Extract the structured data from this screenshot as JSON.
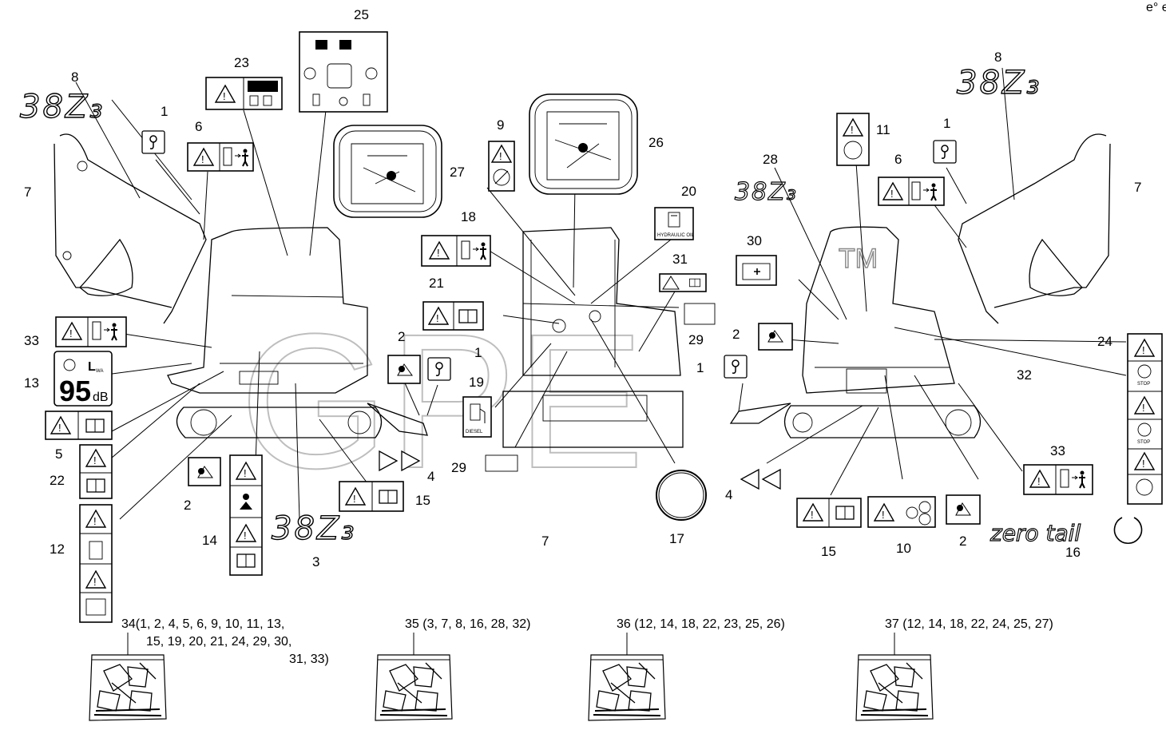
{
  "corner_mark": "e° e°",
  "watermark": "GPE",
  "tm_mark": "TM",
  "brand_text": "38Z₃",
  "zero_tail_text": "zero tail",
  "noise_label": {
    "lwa": "L",
    "lwa_sub": "WA",
    "value": "95",
    "unit": "dB"
  },
  "decal_text": {
    "hydraulic_oil": "HYDRAULIC OIL",
    "diesel": "DIESEL",
    "stop": "STOP"
  },
  "callouts": [
    {
      "id": "c25",
      "text": "25"
    },
    {
      "id": "c23",
      "text": "23"
    },
    {
      "id": "c8a",
      "text": "8"
    },
    {
      "id": "c1a",
      "text": "1"
    },
    {
      "id": "c6a",
      "text": "6"
    },
    {
      "id": "c7a",
      "text": "7"
    },
    {
      "id": "c27",
      "text": "27"
    },
    {
      "id": "c9",
      "text": "9"
    },
    {
      "id": "c26",
      "text": "26"
    },
    {
      "id": "c8b",
      "text": "8"
    },
    {
      "id": "c1b",
      "text": "1"
    },
    {
      "id": "c11",
      "text": "11"
    },
    {
      "id": "c6b",
      "text": "6"
    },
    {
      "id": "c7b",
      "text": "7"
    },
    {
      "id": "c28",
      "text": "28"
    },
    {
      "id": "c20",
      "text": "20"
    },
    {
      "id": "c18",
      "text": "18"
    },
    {
      "id": "c30",
      "text": "30"
    },
    {
      "id": "c31",
      "text": "31"
    },
    {
      "id": "c21",
      "text": "21"
    },
    {
      "id": "c33a",
      "text": "33"
    },
    {
      "id": "c2a",
      "text": "2"
    },
    {
      "id": "c1c",
      "text": "1"
    },
    {
      "id": "c29a",
      "text": "29"
    },
    {
      "id": "c2b",
      "text": "2"
    },
    {
      "id": "c1d",
      "text": "1"
    },
    {
      "id": "c24",
      "text": "24"
    },
    {
      "id": "c13",
      "text": "13"
    },
    {
      "id": "c19",
      "text": "19"
    },
    {
      "id": "c32",
      "text": "32"
    },
    {
      "id": "c5",
      "text": "5"
    },
    {
      "id": "c29b",
      "text": "29"
    },
    {
      "id": "c4a",
      "text": "4"
    },
    {
      "id": "c22",
      "text": "22"
    },
    {
      "id": "c2c",
      "text": "2"
    },
    {
      "id": "c15a",
      "text": "15"
    },
    {
      "id": "c33b",
      "text": "33"
    },
    {
      "id": "c4b",
      "text": "4"
    },
    {
      "id": "c17",
      "text": "17"
    },
    {
      "id": "c12",
      "text": "12"
    },
    {
      "id": "c14",
      "text": "14"
    },
    {
      "id": "c3",
      "text": "3"
    },
    {
      "id": "c7c",
      "text": "7"
    },
    {
      "id": "c15b",
      "text": "15"
    },
    {
      "id": "c10",
      "text": "10"
    },
    {
      "id": "c2d",
      "text": "2"
    },
    {
      "id": "c16",
      "text": "16"
    }
  ],
  "kits": [
    {
      "id": "k34",
      "lines": [
        "34(1, 2, 4, 5, 6, 9, 10, 11, 13,",
        "15, 19, 20, 21, 24, 29, 30,",
        "31, 33)"
      ]
    },
    {
      "id": "k35",
      "lines": [
        "35 (3, 7, 8, 16, 28, 32)"
      ]
    },
    {
      "id": "k36",
      "lines": [
        "36 (12, 14, 18, 22, 23, 25, 26)"
      ]
    },
    {
      "id": "k37",
      "lines": [
        "37 (12, 14, 18, 22, 24, 25, 27)"
      ]
    }
  ]
}
